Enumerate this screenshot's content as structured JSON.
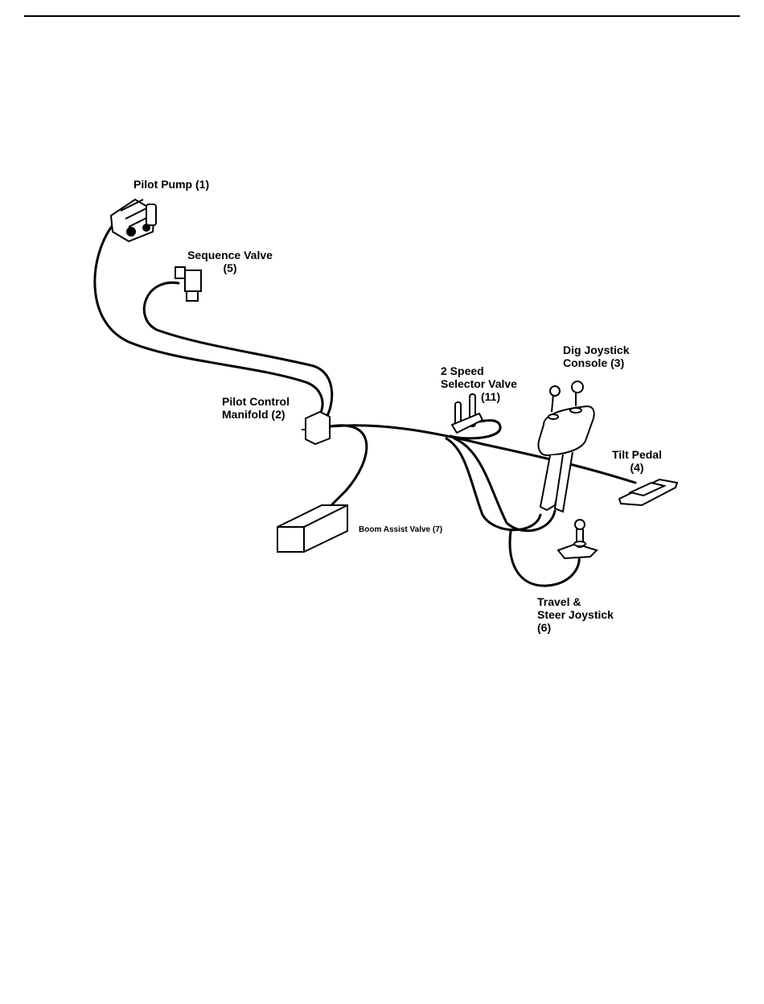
{
  "labels": {
    "pilot_pump": "Pilot Pump (1)",
    "sequence_valve_1": "Sequence Valve",
    "sequence_valve_2": "(5)",
    "pilot_control_1": "Pilot Control",
    "pilot_control_2": "Manifold (2)",
    "two_speed_1": "2 Speed",
    "two_speed_2": "Selector Valve",
    "two_speed_3": "(11)",
    "dig_joystick_1": "Dig Joystick",
    "dig_joystick_2": "Console (3)",
    "tilt_pedal_1": "Tilt Pedal",
    "tilt_pedal_2": "(4)",
    "boom_assist": "Boom Assist Valve (7)",
    "travel_1": "Travel &",
    "travel_2": "Steer Joystick",
    "travel_3": "(6)"
  }
}
